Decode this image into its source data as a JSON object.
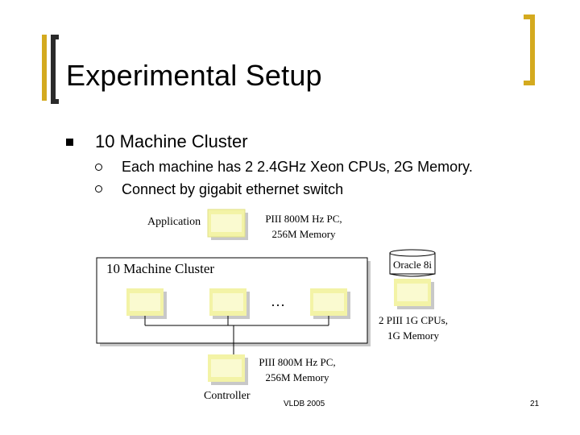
{
  "title": "Experimental Setup",
  "bullets": {
    "main": "10 Machine Cluster",
    "sub": [
      "Each machine has 2 2.4GHz Xeon CPUs, 2G Memory.",
      "Connect by gigabit ethernet switch"
    ]
  },
  "diagram": {
    "application_label": "Application",
    "app_pc_spec_line1": "PIII 800M Hz PC,",
    "app_pc_spec_line2": "256M Memory",
    "cluster_label": "10 Machine Cluster",
    "ellipsis": "…",
    "oracle_label": "Oracle 8i",
    "oracle_spec_line1": "2 PIII 1G CPUs,",
    "oracle_spec_line2": "1G Memory",
    "controller_spec_line1": "PIII 800M Hz PC,",
    "controller_spec_line2": "256M Memory",
    "controller_label": "Controller"
  },
  "footer": {
    "venue": "VLDB 2005",
    "page": "21"
  },
  "colors": {
    "accent_gold": "#d4aa1f",
    "computer_yellow": "#f3f3a6",
    "computer_shadow": "#c8c8c8"
  }
}
